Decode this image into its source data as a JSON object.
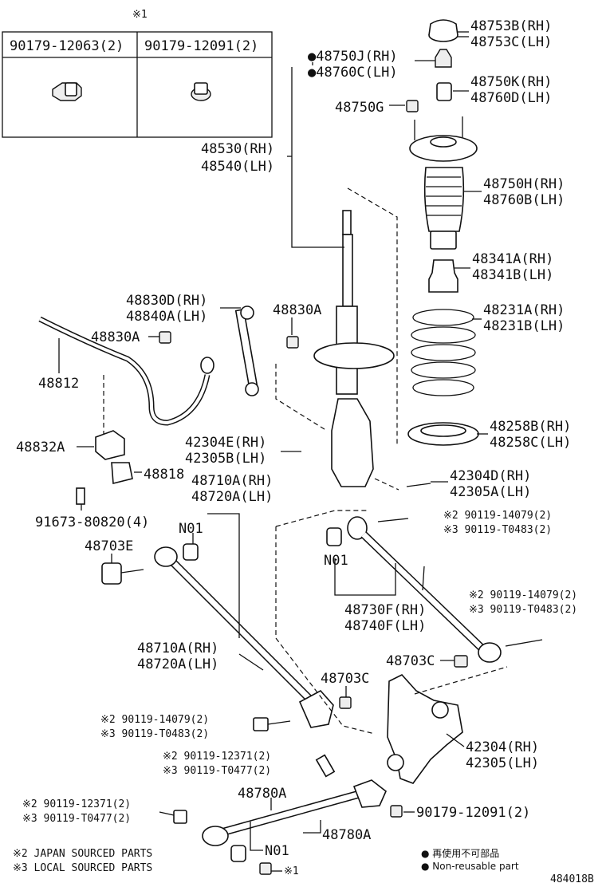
{
  "box": {
    "mark": "※1",
    "col1": "90179-12063(2)",
    "col2": "90179-12091(2)"
  },
  "labels": {
    "p48753b": "48753B(RH)",
    "p48753c": "48753C(LH)",
    "p48750j": "●48750J(RH)",
    "p48760c": "●48760C(LH)",
    "p48750k": "48750K(RH)",
    "p48760d": "48760D(LH)",
    "p48750g": "48750G",
    "p48530": "48530(RH)",
    "p48540": "48540(LH)",
    "p48750h": "48750H(RH)",
    "p48760b": "48760B(LH)",
    "p48341a": "48341A(RH)",
    "p48341b": "48341B(LH)",
    "p48231a": "48231A(RH)",
    "p48231b": "48231B(LH)",
    "p48830d": "48830D(RH)",
    "p48840a": "48840A(LH)",
    "p48830a_r": "48830A",
    "p48830a_l": "48830A",
    "p48812": "48812",
    "p48258b": "48258B(RH)",
    "p48258c": "48258C(LH)",
    "p42304e": "42304E(RH)",
    "p42305b": "42305B(LH)",
    "p48832a": "48832A",
    "p42304d": "42304D(RH)",
    "p42305a": "42305A(LH)",
    "p48818": "48818",
    "p48710a_top": "48710A(RH)",
    "p48720a_top": "48720A(LH)",
    "p91673": "91673-80820(4)",
    "p90119_14079_a": "※2 90119-14079(2)",
    "p90119_t0483_a": "※3 90119-T0483(2)",
    "n01_a": "N01",
    "p48703e": "48703E",
    "n01_b": "N01",
    "p90119_14079_b": "※2 90119-14079(2)",
    "p90119_t0483_b": "※3 90119-T0483(2)",
    "p48730f": "48730F(RH)",
    "p48740f": "48740F(LH)",
    "p48710a_mid": "48710A(RH)",
    "p48720a_mid": "48720A(LH)",
    "p48703c_r": "48703C",
    "p48703c_m": "48703C",
    "p90119_14079_c": "※2 90119-14079(2)",
    "p90119_t0483_c": "※3 90119-T0483(2)",
    "p42304": "42304(RH)",
    "p42305": "42305(LH)",
    "p90119_12371_a": "※2 90119-12371(2)",
    "p90119_t0477_a": "※3 90119-T0477(2)",
    "p48780a_top": "48780A",
    "p90119_12371_b": "※2 90119-12371(2)",
    "p90119_t0477_b": "※3 90119-T0477(2)",
    "p90179_12091": "90179-12091(2)",
    "p48780a_r": "48780A",
    "n01_c": "N01",
    "mark1": "※1"
  },
  "legend": {
    "jp_sourced": "※2 JAPAN SOURCED PARTS",
    "local_sourced": "※3 LOCAL SOURCED PARTS",
    "non_reuse_jp": "● 再使用不可部品",
    "non_reuse_en": "● Non-reusable part",
    "diagram_id": "484018B"
  }
}
